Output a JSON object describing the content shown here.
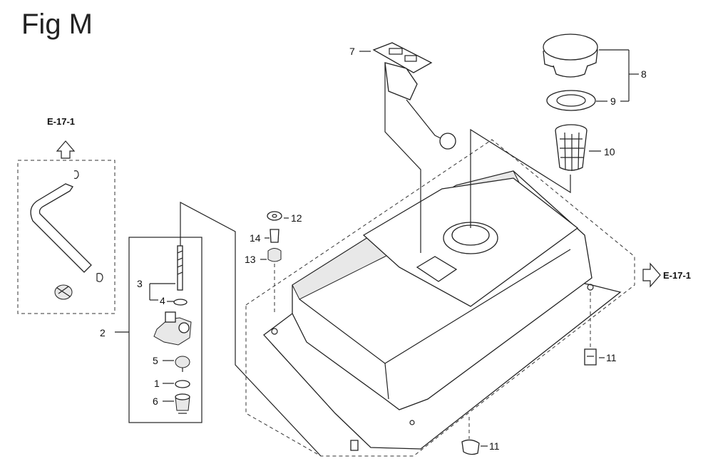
{
  "figure": {
    "title": "Fig M"
  },
  "references": {
    "left": "E-17-1",
    "right": "E-17-1"
  },
  "parts": {
    "p1": "1",
    "p2": "2",
    "p3": "3",
    "p4": "4",
    "p5": "5",
    "p6": "6",
    "p7": "7",
    "p8": "8",
    "p9": "9",
    "p10": "10",
    "p11a": "11",
    "p11b": "11",
    "p12": "12",
    "p13": "13",
    "p14": "14"
  },
  "colors": {
    "line": "#222222",
    "dash": "#333333",
    "fill": "#ffffff"
  }
}
